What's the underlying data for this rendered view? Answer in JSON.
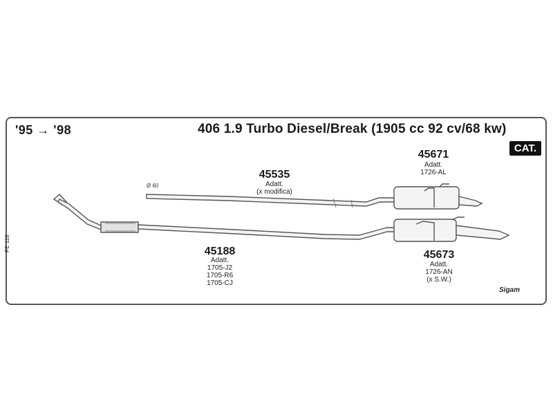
{
  "header": {
    "years": "'95 → '98",
    "title": "406 1.9 Turbo Diesel/Break (1905 cc 92 cv/68 kw)",
    "cat_badge": "CAT."
  },
  "pipe_diameter": "Ø 60",
  "parts": {
    "p45535": {
      "number": "45535",
      "lines": [
        "Adatt.",
        "(x modifica)"
      ]
    },
    "p45671": {
      "number": "45671",
      "lines": [
        "Adatt.",
        "1726-AL"
      ]
    },
    "p45188": {
      "number": "45188",
      "lines": [
        "Adatt.",
        "1705-J2",
        "1705-R6",
        "1705-CJ"
      ]
    },
    "p45673": {
      "number": "45673",
      "lines": [
        "Adatt.",
        "1726-AN",
        "(x S.W.)"
      ]
    }
  },
  "side_code": "PE 118",
  "brand": "Sigam"
}
